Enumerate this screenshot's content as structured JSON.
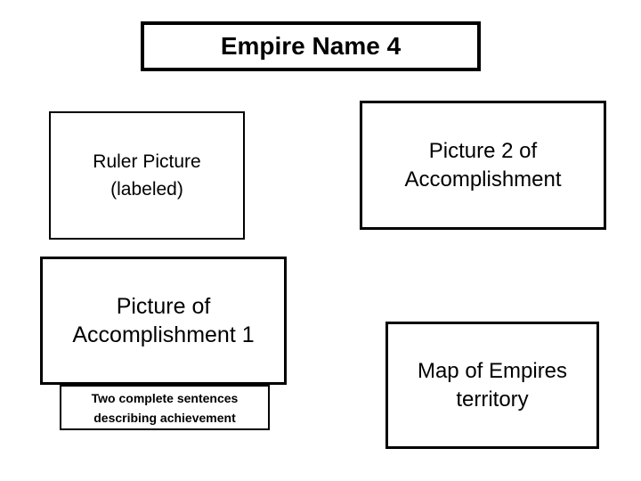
{
  "slide": {
    "background_color": "#ffffff",
    "border_color": "#000000",
    "text_color": "#000000",
    "title": "Empire Name 4",
    "boxes": {
      "ruler_picture": {
        "line1": "Ruler Picture",
        "line2": "(labeled)"
      },
      "picture_2": {
        "line1": "Picture 2 of",
        "line2": "Accomplishment"
      },
      "picture_1": {
        "line1": "Picture of",
        "line2": "Accomplishment 1"
      },
      "sentences": {
        "line1": "Two complete sentences",
        "line2": "describing achievement"
      },
      "map": {
        "line1": "Map of Empires",
        "line2": "territory"
      }
    }
  }
}
